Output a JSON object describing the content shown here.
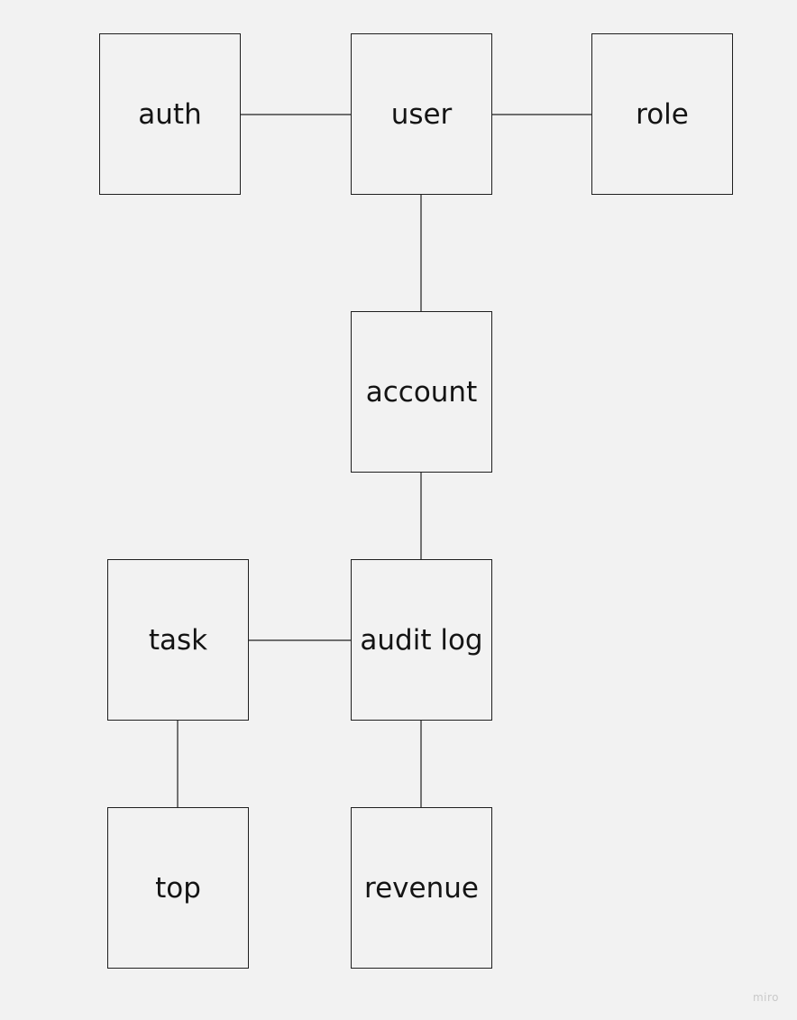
{
  "diagram": {
    "nodes": [
      {
        "id": "auth",
        "label": "auth"
      },
      {
        "id": "user",
        "label": "user"
      },
      {
        "id": "role",
        "label": "role"
      },
      {
        "id": "account",
        "label": "account"
      },
      {
        "id": "task",
        "label": "task"
      },
      {
        "id": "audit_log",
        "label": "audit log"
      },
      {
        "id": "top",
        "label": "top"
      },
      {
        "id": "revenue",
        "label": "revenue"
      }
    ],
    "edges": [
      {
        "from": "auth",
        "to": "user"
      },
      {
        "from": "user",
        "to": "role"
      },
      {
        "from": "user",
        "to": "account"
      },
      {
        "from": "account",
        "to": "audit_log"
      },
      {
        "from": "task",
        "to": "audit_log"
      },
      {
        "from": "task",
        "to": "top"
      },
      {
        "from": "audit_log",
        "to": "revenue"
      }
    ],
    "colors": {
      "background": "#f2f2f2",
      "stroke": "#1f1f1f",
      "text": "#141414"
    }
  },
  "watermark": "miro"
}
